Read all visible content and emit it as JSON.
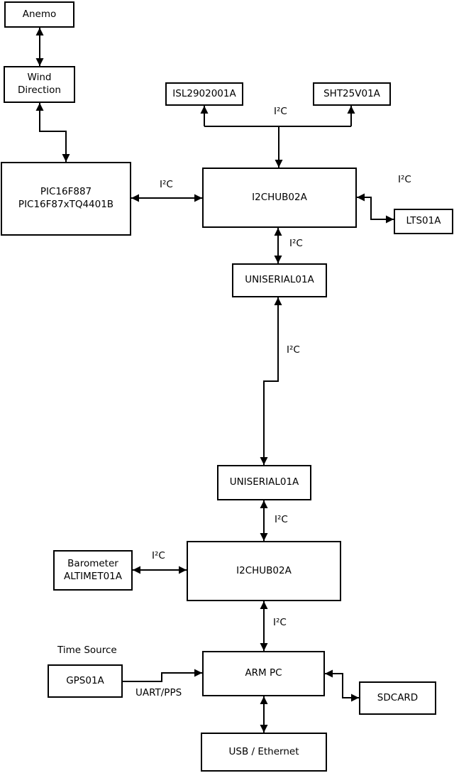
{
  "colors": {
    "line": "#000000",
    "background": "#ffffff",
    "text": "#000000"
  },
  "nodes": {
    "anemo": {
      "label": "Anemo"
    },
    "wind_direction": {
      "line1": "Wind",
      "line2": "Direction"
    },
    "pic": {
      "line1": "PIC16F887",
      "line2": "PIC16F87xTQ4401B"
    },
    "isl": {
      "label": "ISL2902001A"
    },
    "sht": {
      "label": "SHT25V01A"
    },
    "hub1": {
      "label": "I2CHUB02A"
    },
    "lts": {
      "label": "LTS01A"
    },
    "uniserial1": {
      "label": "UNISERIAL01A"
    },
    "uniserial2": {
      "label": "UNISERIAL01A"
    },
    "barometer": {
      "line1": "Barometer",
      "line2": "ALTIMET01A"
    },
    "hub2": {
      "label": "I2CHUB02A"
    },
    "gps": {
      "label": "GPS01A"
    },
    "arm_pc": {
      "label": "ARM PC"
    },
    "sdcard": {
      "label": "SDCARD"
    },
    "usb_ethernet": {
      "label": "USB / Ethernet"
    }
  },
  "edge_labels": {
    "i2c_bus_top": "I²C",
    "i2c_pic_hub1": "I²C",
    "i2c_hub1_lts": "I²C",
    "i2c_hub1_uniserial1": "I²C",
    "i2c_uniserial_link": "I²C",
    "i2c_uniserial2_hub2": "I²C",
    "i2c_barometer_hub2": "I²C",
    "i2c_hub2_armpc": "I²C",
    "time_source": "Time Source",
    "uart_pps": "UART/PPS"
  }
}
